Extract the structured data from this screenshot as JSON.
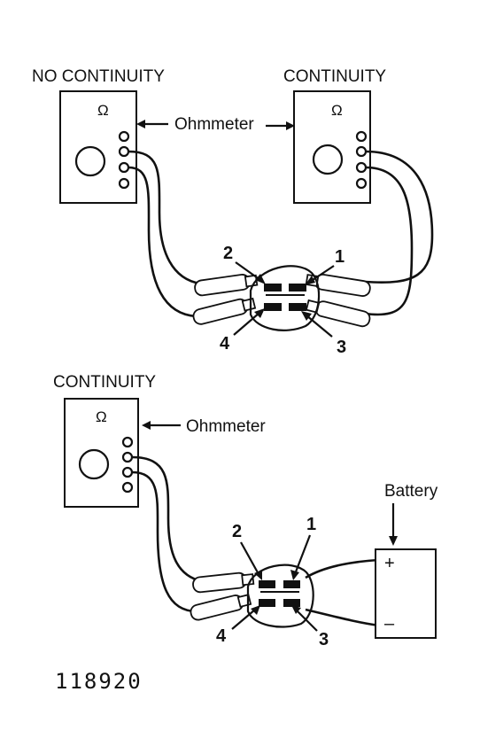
{
  "top_left": {
    "label": "NO CONTINUITY",
    "meter_symbol": "Ω"
  },
  "top_right": {
    "label": "CONTINUITY",
    "meter_symbol": "Ω"
  },
  "top_callout": "Ohmmeter",
  "top_terminals": [
    "1",
    "2",
    "3",
    "4"
  ],
  "bottom_meter": {
    "label": "CONTINUITY",
    "meter_symbol": "Ω"
  },
  "bottom_callout": "Ohmmeter",
  "bottom_terminals": [
    "1",
    "2",
    "3",
    "4"
  ],
  "battery": {
    "label": "Battery",
    "plus": "+",
    "minus": "–"
  },
  "figure_number": "118920"
}
